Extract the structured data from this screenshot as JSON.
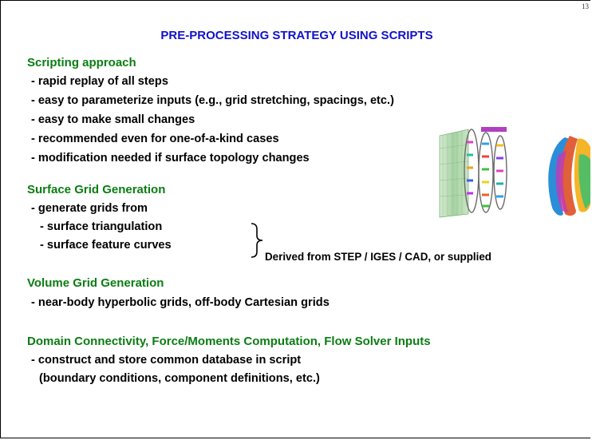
{
  "page_number": "13",
  "title": "PRE-PROCESSING STRATEGY USING SCRIPTS",
  "sections": [
    {
      "heading": "Scripting approach",
      "items": [
        "- rapid replay of all steps",
        "- easy to parameterize inputs (e.g., grid stretching, spacings, etc.)",
        "- easy to make small changes",
        "- recommended even for one-of-a-kind cases",
        "- modification needed if surface topology changes"
      ]
    },
    {
      "heading": "Surface Grid Generation",
      "items": [
        "- generate grids from",
        "- surface triangulation",
        "- surface feature curves"
      ],
      "bracket_note": "Derived from STEP / IGES / CAD, or supplied"
    },
    {
      "heading": "Volume Grid Generation",
      "items": [
        "- near-body hyperbolic grids, off-body Cartesian grids"
      ]
    },
    {
      "heading": "Domain Connectivity, Force/Moments Computation, Flow Solver Inputs",
      "items": [
        "- construct and store common database in script",
        "(boundary conditions, component definitions, etc.)"
      ]
    }
  ],
  "colors": {
    "title": "#1212c8",
    "heading": "#0a7d12",
    "text": "#000000"
  }
}
